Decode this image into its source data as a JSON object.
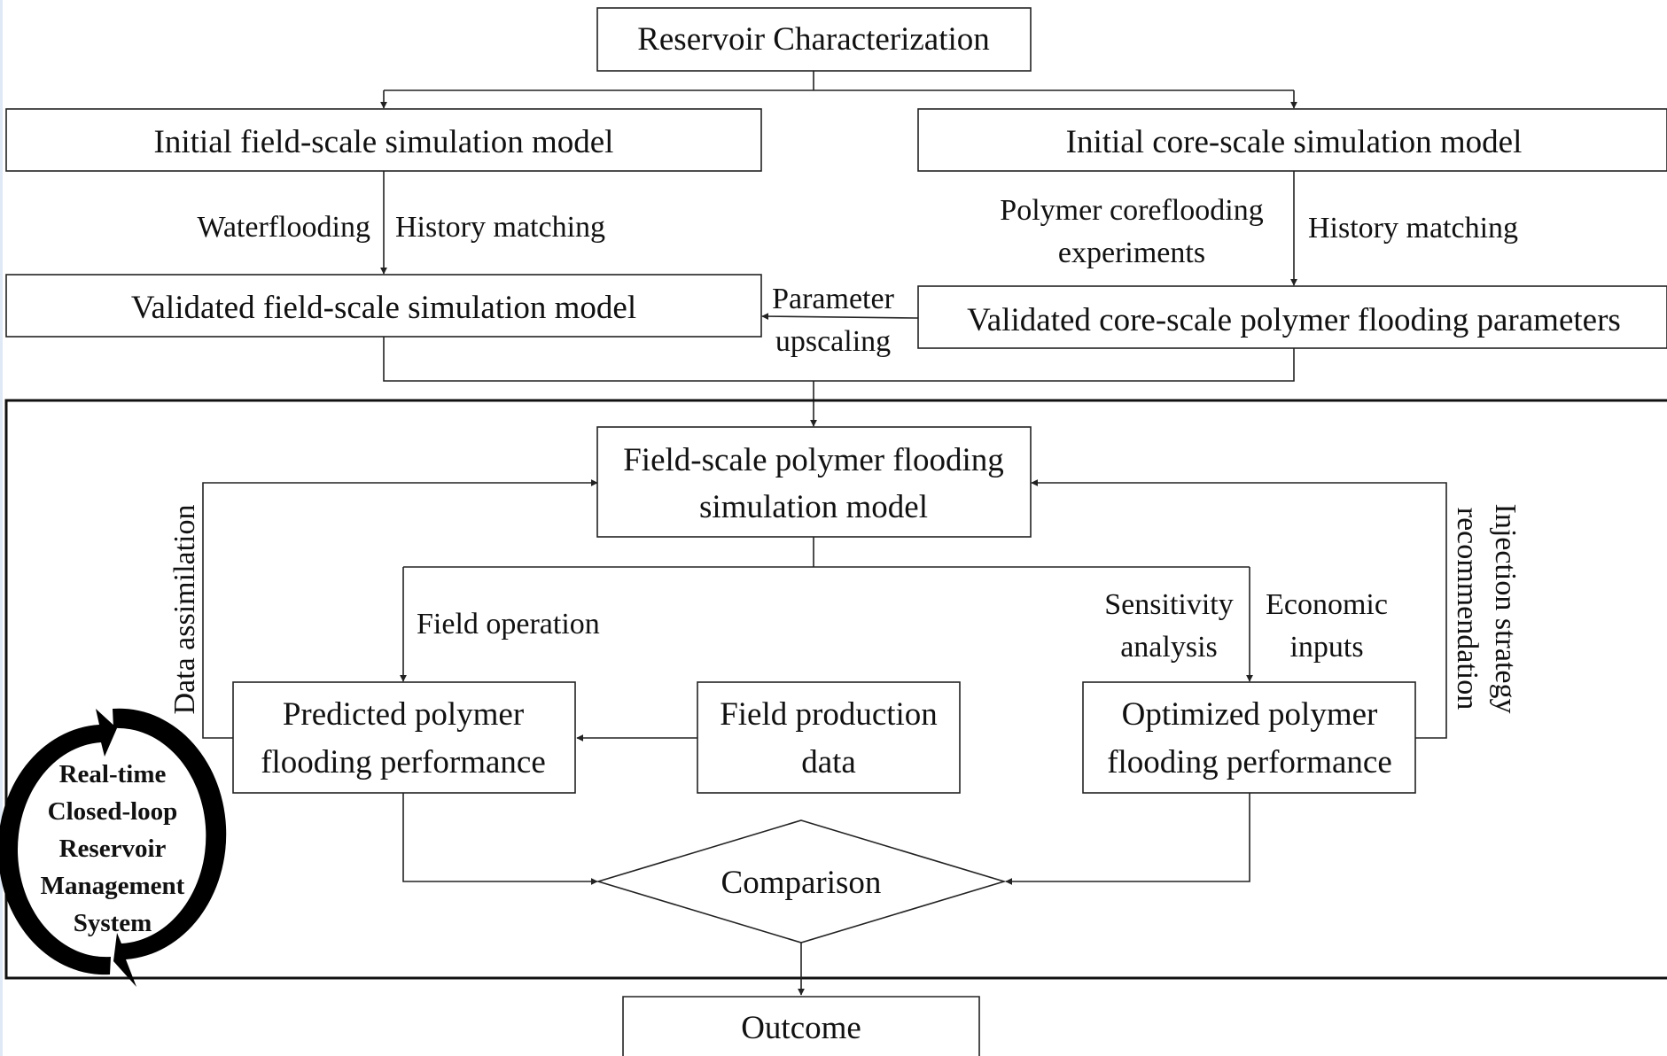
{
  "nodes": {
    "reservoir": "Reservoir Characterization",
    "init_field": "Initial field-scale simulation model",
    "init_core": "Initial core-scale simulation model",
    "valid_field": "Validated field-scale simulation model",
    "valid_core": "Validated core-scale polymer flooding parameters",
    "field_model_1": "Field-scale polymer flooding",
    "field_model_2": "simulation model",
    "predicted_1": "Predicted polymer",
    "predicted_2": "flooding performance",
    "production_1": "Field production",
    "production_2": "data",
    "optimized_1": "Optimized polymer",
    "optimized_2": "flooding performance",
    "comparison": "Comparison",
    "outcome": "Outcome"
  },
  "edge_labels": {
    "waterflooding": "Waterflooding",
    "history_field": "History matching",
    "polymer_1": "Polymer coreflooding",
    "polymer_2": "experiments",
    "history_core": "History matching",
    "param_1": "Parameter",
    "param_2": "upscaling",
    "field_operation": "Field operation",
    "sensitivity_1": "Sensitivity",
    "sensitivity_2": "analysis",
    "economic_1": "Economic",
    "economic_2": "inputs",
    "data_assimilation": "Data assimilation",
    "injection_1": "Injection strategy",
    "injection_2": "recommendation"
  },
  "loop_badge": {
    "line1": "Real-time",
    "line2": "Closed-loop",
    "line3": "Reservoir",
    "line4": "Management",
    "line5": "System"
  }
}
